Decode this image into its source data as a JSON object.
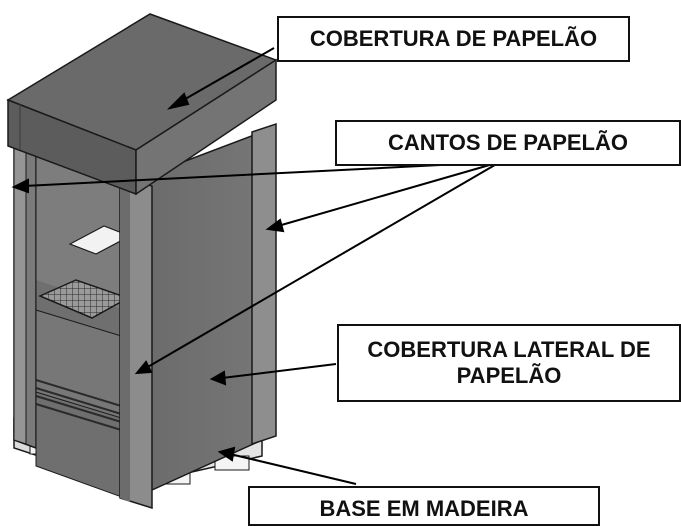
{
  "labels": {
    "top_cover": "COBERTURA DE PAPELÃO",
    "corners": "CANTOS DE PAPELÃO",
    "side_cover_line1": "COBERTURA LATERAL DE",
    "side_cover_line2": "PAPELÃO",
    "base": "BASE EM MADEIRA"
  },
  "colors": {
    "cardboard_dark": "#5e5e5e",
    "cardboard_mid": "#6f6f6f",
    "cardboard_light": "#8a8a8a",
    "outline": "#1a1a1a",
    "pallet": "#e8e8e8"
  }
}
